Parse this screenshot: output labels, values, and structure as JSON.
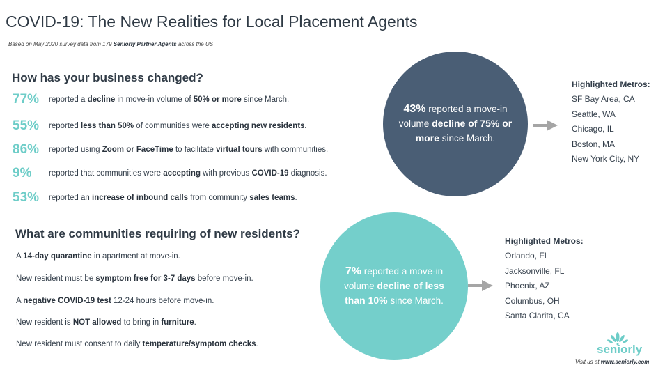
{
  "title": "COVID-19: The New Realities for Local Placement Agents",
  "subtitle": {
    "pre": "Based on May 2020 survey data from 179 ",
    "bold": "Seniorly Partner Agents",
    "post": " across the US"
  },
  "section1": {
    "heading": "How has your business changed?",
    "stats": [
      {
        "pct": "77%",
        "segs": [
          {
            "t": "reported a "
          },
          {
            "t": "decline",
            "b": 1
          },
          {
            "t": " in move-in volume of "
          },
          {
            "t": "50% or more",
            "b": 1
          },
          {
            "t": " since March."
          }
        ]
      },
      {
        "pct": "55%",
        "segs": [
          {
            "t": "reported "
          },
          {
            "t": "less than 50%",
            "b": 1
          },
          {
            "t": " of communities were "
          },
          {
            "t": "accepting new residents.",
            "b": 1
          }
        ]
      },
      {
        "pct": "86%",
        "segs": [
          {
            "t": "reported using "
          },
          {
            "t": "Zoom or FaceTime",
            "b": 1
          },
          {
            "t": " to facilitate "
          },
          {
            "t": "virtual tours",
            "b": 1
          },
          {
            "t": " with communities."
          }
        ]
      },
      {
        "pct": "9%",
        "segs": [
          {
            "t": "reported that communities were "
          },
          {
            "t": "accepting",
            "b": 1
          },
          {
            "t": " with previous "
          },
          {
            "t": "COVID-19",
            "b": 1
          },
          {
            "t": " diagnosis."
          }
        ]
      },
      {
        "pct": "53%",
        "segs": [
          {
            "t": "reported an "
          },
          {
            "t": "increase of inbound calls",
            "b": 1
          },
          {
            "t": " from community "
          },
          {
            "t": "sales teams",
            "b": 1
          },
          {
            "t": "."
          }
        ]
      }
    ]
  },
  "section2": {
    "heading": "What are communities requiring of new residents?",
    "items": [
      [
        {
          "t": "A "
        },
        {
          "t": "14-day quarantine",
          "b": 1
        },
        {
          "t": " in apartment at move-in."
        }
      ],
      [
        {
          "t": "New resident must be "
        },
        {
          "t": "symptom free for 3-7 days",
          "b": 1
        },
        {
          "t": " before move-in."
        }
      ],
      [
        {
          "t": "A "
        },
        {
          "t": "negative COVID-19 test",
          "b": 1
        },
        {
          "t": " 12-24 hours before move-in."
        }
      ],
      [
        {
          "t": "New resident is "
        },
        {
          "t": "NOT allowed",
          "b": 1
        },
        {
          "t": " to bring in "
        },
        {
          "t": "furniture",
          "b": 1
        },
        {
          "t": "."
        }
      ],
      [
        {
          "t": "New resident must consent to daily "
        },
        {
          "t": "temperature/symptom checks",
          "b": 1
        },
        {
          "t": "."
        }
      ]
    ]
  },
  "circle1": {
    "segs": [
      {
        "t": "43%",
        "b": 2
      },
      {
        "t": " reported a move-in volume "
      },
      {
        "t": "decline of 75% or more",
        "b": 1
      },
      {
        "t": " since March."
      }
    ],
    "color": "#4a5e75"
  },
  "circle2": {
    "segs": [
      {
        "t": "7%",
        "b": 2
      },
      {
        "t": " reported a move-in volume "
      },
      {
        "t": "decline of less than 10%",
        "b": 1
      },
      {
        "t": " since March."
      }
    ],
    "color": "#74cfcb"
  },
  "metros1": {
    "heading": "Highlighted Metros:",
    "items": [
      "SF Bay Area, CA",
      "Seattle, WA",
      "Chicago, IL",
      "Boston, MA",
      "New York City, NY"
    ]
  },
  "metros2": {
    "heading": "Highlighted Metros:",
    "items": [
      "Orlando, FL",
      "Jacksonville, FL",
      "Phoenix, AZ",
      "Columbus, OH",
      "Santa Clarita, CA"
    ]
  },
  "brand": {
    "logo": "seniorly",
    "visit_pre": "Visit us at ",
    "visit_url": "www.seniorly.com",
    "color": "#6ecdc8"
  }
}
